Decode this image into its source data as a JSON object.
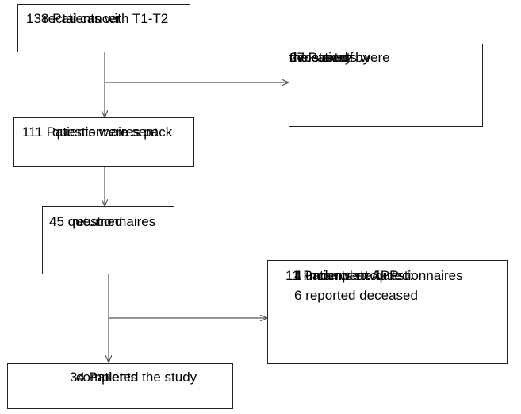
{
  "flowchart": {
    "boxes": {
      "b1": {
        "lines": [
          "138 Patients with T1-T2",
          "rectal cancer"
        ]
      },
      "b2": {
        "lines": [
          "27 Patients were",
          "deceased  by",
          "the start of",
          "the survey"
        ]
      },
      "b3": {
        "lines": [
          "111 Patients were sent",
          "questionnaires pack"
        ]
      },
      "b4": {
        "lines": [
          "45 questionnaires",
          "returned"
        ]
      },
      "b5": {
        "lines": [
          "11 Patients excluded:",
          "6 reported deceased",
          "1 underwent APR",
          "4 Incomplete questionnaires"
        ]
      },
      "b6": {
        "lines": [
          "34 Patients",
          "completed the study"
        ]
      }
    },
    "line_color": "#555555",
    "border_color": "#222222"
  }
}
